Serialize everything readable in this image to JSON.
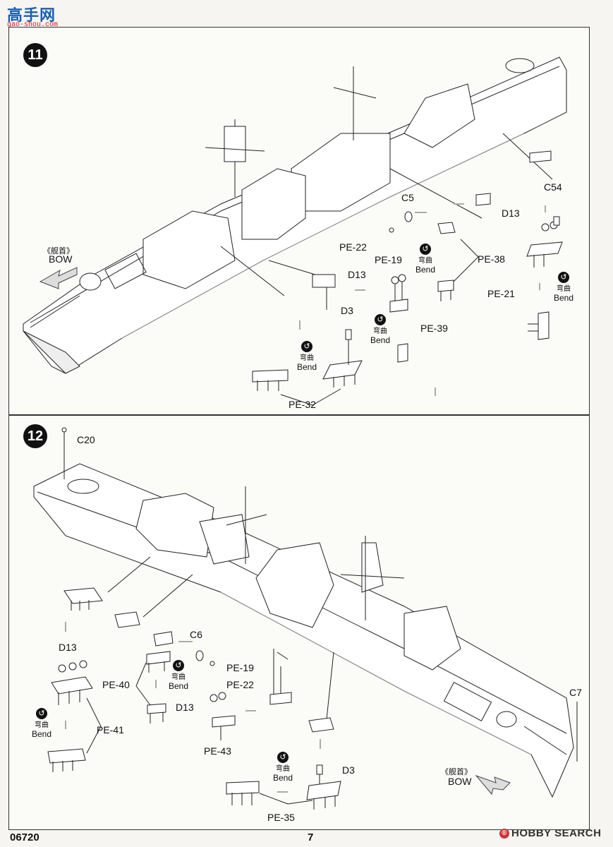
{
  "watermark": {
    "title": "高手网",
    "url": "gao-shou.com"
  },
  "step11": {
    "number": "11",
    "bow_cn": "《舰首》",
    "bow_en": "BOW",
    "labels": {
      "pe22": "PE-22",
      "c5": "C5",
      "pe19": "PE-19",
      "pe38": "PE-38",
      "c54": "C54",
      "d13a": "D13",
      "d13b": "D13",
      "pe21": "PE-21",
      "d3": "D3",
      "pe39": "PE-39",
      "pe32": "PE-32"
    },
    "bend_cn": "弯曲",
    "bend_en": "Bend"
  },
  "step12": {
    "number": "12",
    "bow_cn": "《舰首》",
    "bow_en": "BOW",
    "labels": {
      "c20": "C20",
      "c6": "C6",
      "d13a": "D13",
      "pe19": "PE-19",
      "pe40": "PE-40",
      "pe22": "PE-22",
      "d13b": "D13",
      "pe41": "PE-41",
      "pe43": "PE-43",
      "d3": "D3",
      "c7": "C7",
      "pe35": "PE-35"
    },
    "bend_cn": "弯曲",
    "bend_en": "Bend"
  },
  "footer": {
    "code": "06720",
    "page": "7",
    "watermark": "HOBBY SEARCH",
    "watermark_mark": "®"
  }
}
